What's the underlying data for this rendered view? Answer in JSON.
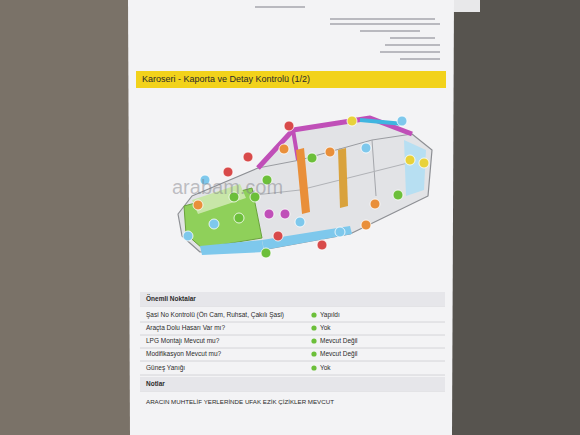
{
  "diagram": {
    "title": "Karoseri - Kaporta ve Detay Kontrolü (1/2)",
    "labels": [
      "Önemli Noktalar",
      "Şasi No Kontrolü (Ön Cam, Ruhsat, Çakılı Şasi)",
      "Yapıldı",
      "Araçta Dolu Hasarı Var mı?",
      "Yok",
      "LPG Montajı Mevcut mu?",
      "Mevcut Değil",
      "Modifikasyon Mevcut mu?",
      "Mevcut Değil",
      "Güneş Yanığı",
      "Yok",
      "Notlar",
      "ARACIN MUHTELİF YERLERİNDE UFAK EZİK ÇİZİKLER MEVCUT",
      "arabam.com"
    ]
  }
}
